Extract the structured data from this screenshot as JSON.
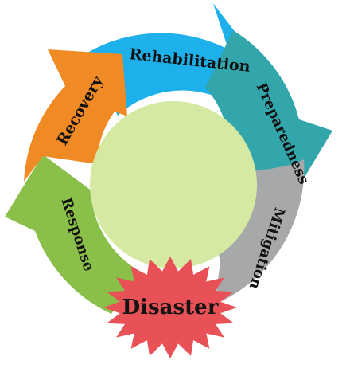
{
  "diagram": {
    "segments": [
      {
        "id": "rehabilitation",
        "label": "Rehabilitation",
        "color": "#1eb0ea"
      },
      {
        "id": "preparedness",
        "label": "Preparedness",
        "color": "#33a6ab"
      },
      {
        "id": "mitigation",
        "label": "Mitigation",
        "color": "#a7a8aa"
      },
      {
        "id": "response",
        "label": "Response",
        "color": "#8ac04a"
      },
      {
        "id": "recovery",
        "label": "Recovery",
        "color": "#f08a24"
      }
    ],
    "center": {
      "label": "Disaster",
      "color": "#e85155"
    },
    "hub_color": "#d5e9a2"
  }
}
